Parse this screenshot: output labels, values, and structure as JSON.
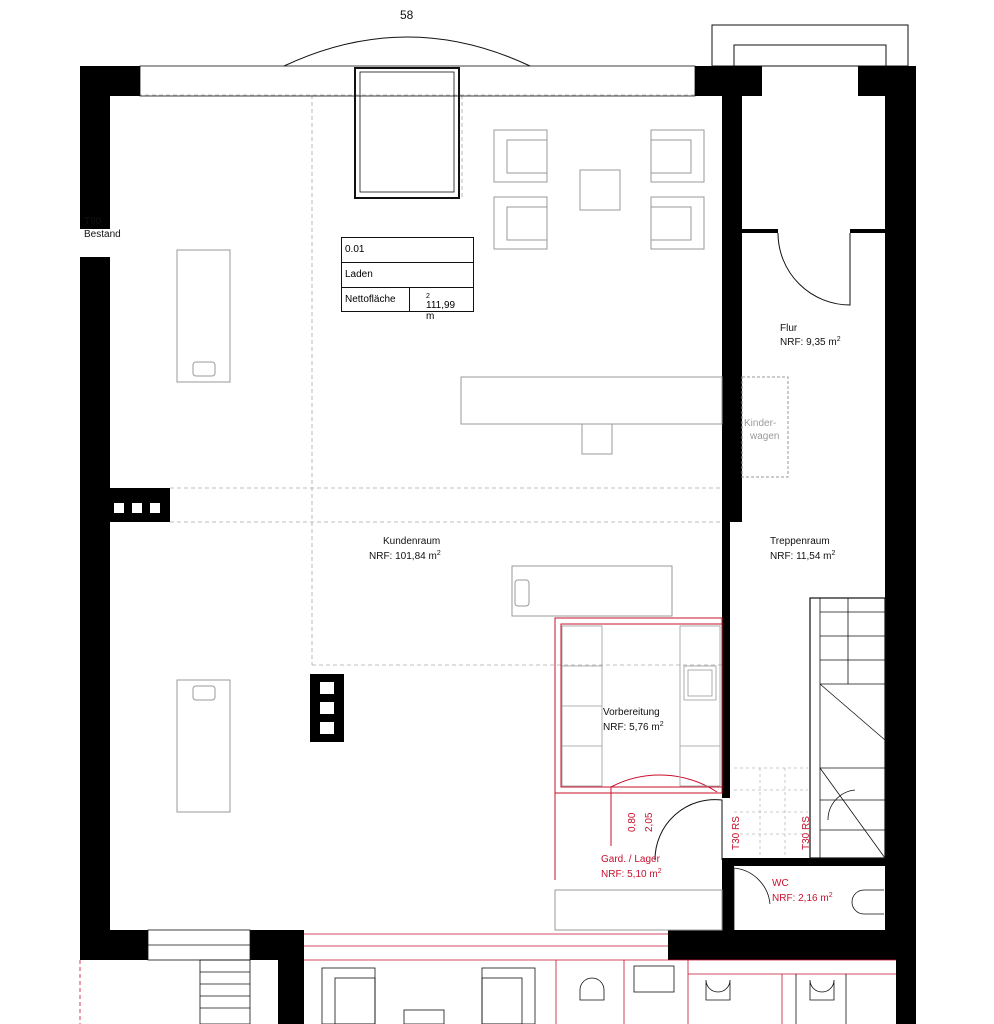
{
  "dimension_top": "58",
  "wall_marker": {
    "line1": "T90",
    "line2": "Bestand"
  },
  "room_table": {
    "number": "0.01",
    "name": "Laden",
    "area_label": "Nettofläche",
    "area_value": "111,99 m",
    "area_unit_sup": "2"
  },
  "rooms": {
    "flur": {
      "name": "Flur",
      "area": "NRF: 9,35 m",
      "sup": "2"
    },
    "kunden": {
      "name": "Kundenraum",
      "area": "NRF: 101,84 m",
      "sup": "2"
    },
    "treppen": {
      "name": "Treppenraum",
      "area": "NRF: 11,54 m",
      "sup": "2"
    },
    "vorber": {
      "name": "Vorbereitung",
      "area": "NRF: 5,76 m",
      "sup": "2"
    },
    "garderobe": {
      "name": "Gard. / Lager",
      "area": "NRF: 5,10 m",
      "sup": "2"
    },
    "wc": {
      "name": "WC",
      "area": "NRF: 2,16 m",
      "sup": "2"
    }
  },
  "kinderwagen": {
    "line1": "Kinder-",
    "line2": "wagen"
  },
  "door_dims": {
    "width": "0,80",
    "height": "2,05"
  },
  "fire_doors": {
    "left": "T30 RS",
    "right": "T30 RS"
  },
  "colors": {
    "wall": "#000000",
    "line": "#111111",
    "furniture": "#9a9a9a",
    "annotation": "#c8102e"
  }
}
